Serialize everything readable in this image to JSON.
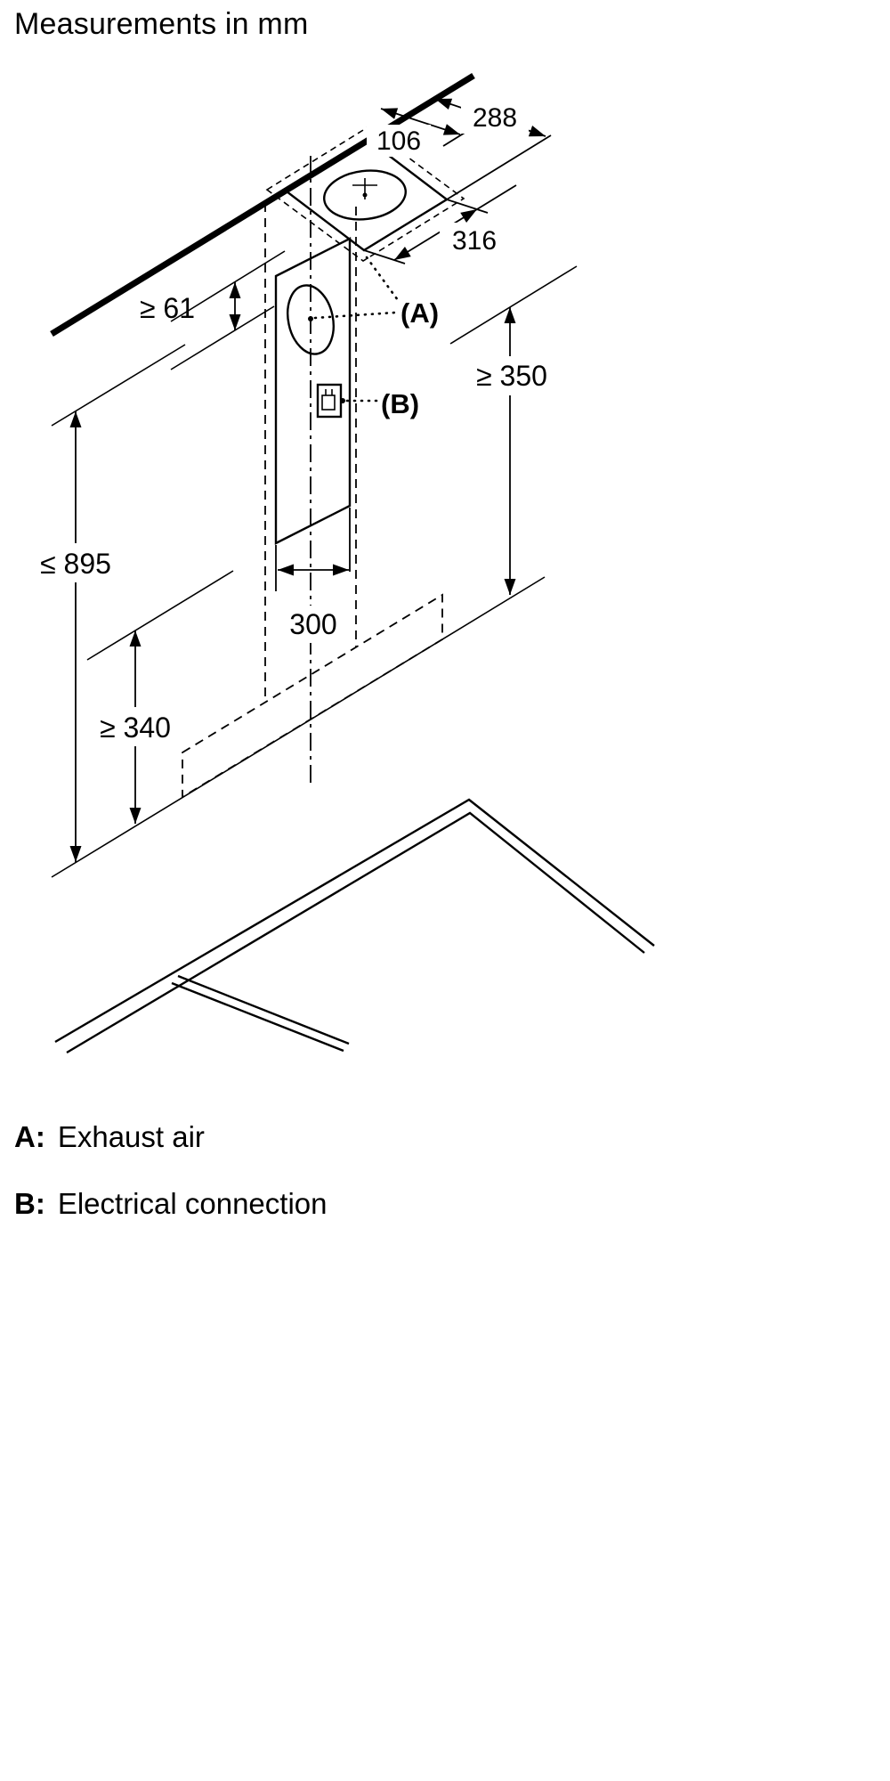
{
  "title": "Measurements in mm",
  "diagram": {
    "dimensions": {
      "duct_offset_depth": "288",
      "duct_offset_side": "106",
      "ceiling_plate_size": "316",
      "ceiling_clearance": "≥ 61",
      "upper_chimney_min": "≥ 350",
      "total_height_max": "≤ 895",
      "bracket_width": "300",
      "lower_clearance_min": "≥ 340"
    },
    "callouts": {
      "a": "(A)",
      "b": "(B)"
    }
  },
  "legend": {
    "items": [
      {
        "key": "A:",
        "label": "Exhaust air"
      },
      {
        "key": "B:",
        "label": "Electrical connection"
      }
    ]
  },
  "colors": {
    "ink": "#000000",
    "background": "#ffffff"
  }
}
